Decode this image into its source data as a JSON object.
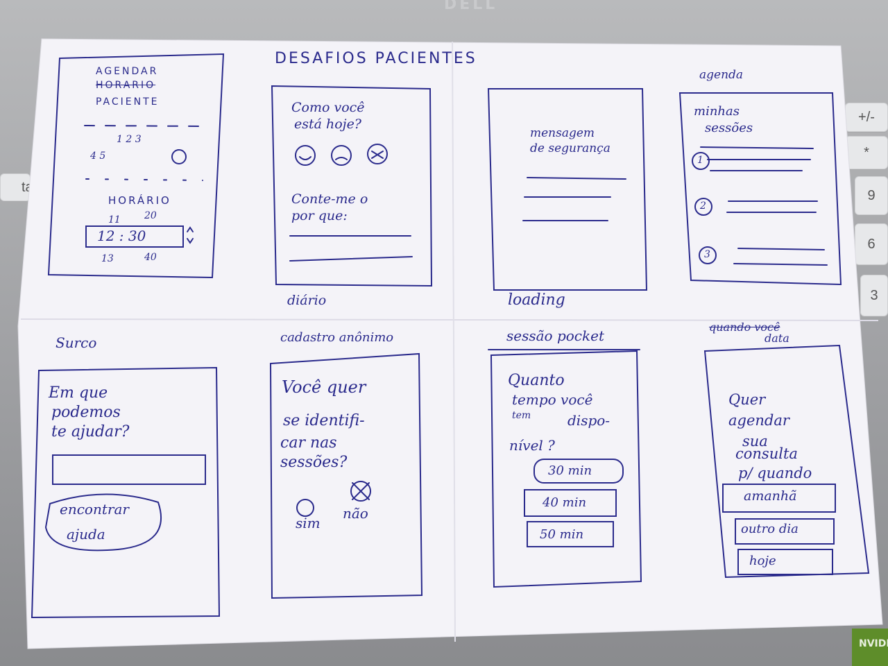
{
  "laptop": {
    "brand": "DELL",
    "badge": "NVIDIA",
    "keys": {
      "plusminus": "+/-",
      "star": "*",
      "nine": "9",
      "six": "6",
      "three": "3",
      "tab": "ta"
    }
  },
  "page_title": "DESAFIOS PACIENTES",
  "colors": {
    "ink": "#2a2a8c",
    "paper": "#f4f3f8"
  },
  "frames": {
    "agendamento": {
      "line1": "AGENDAR",
      "struck": "HORARIO",
      "line2": "PACIENTE",
      "cal_row1": "1  2  3",
      "cal_row2": "4  5",
      "horario": "HORÁRIO",
      "above": "11",
      "above_min": "20",
      "time": "12 : 30",
      "below": "13",
      "below_min": "40"
    },
    "diario": {
      "question": [
        "Como você",
        "está hoje?"
      ],
      "prompt": [
        "Conte-me o",
        "por que:"
      ],
      "caption": "diário"
    },
    "loading": {
      "text": [
        "mensagem",
        "de segurança"
      ],
      "caption": "loading"
    },
    "agenda": {
      "header": "agenda",
      "title": [
        "minhas",
        "sessões"
      ],
      "items": [
        "1",
        "2",
        "3"
      ]
    },
    "surco": {
      "header": "Surco",
      "question": [
        "Em que",
        "podemos",
        "te ajudar?"
      ],
      "button": [
        "encontrar",
        "ajuda"
      ]
    },
    "anonimo": {
      "header": "cadastro anônimo",
      "question": [
        "Você quer",
        "se identifi-",
        "car nas",
        "sessões?"
      ],
      "yes": "sim",
      "no": "não"
    },
    "pocket": {
      "header": "sessão pocket",
      "question": [
        "Quanto",
        "tempo você",
        "tem",
        "dispo-",
        "nível ?"
      ],
      "options": [
        "30 min",
        "40 min",
        "50 min"
      ]
    },
    "quando": {
      "header_struck": "quando você",
      "header": "data",
      "question": [
        "Quer",
        "agendar",
        "sua",
        "consulta",
        "p/ quando"
      ],
      "options": [
        "amanhã",
        "outro dia",
        "hoje"
      ]
    }
  }
}
